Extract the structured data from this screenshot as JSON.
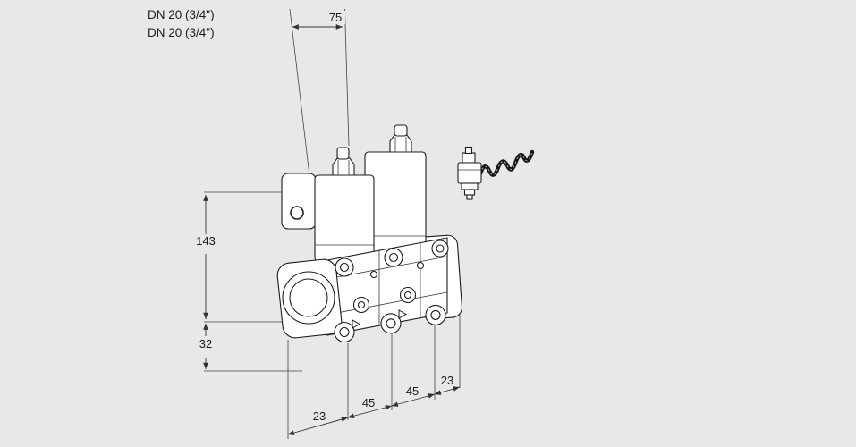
{
  "page": {
    "background": "#e8e8e8",
    "description": "Technical dimensional drawing of a double solenoid valve with electrical connector"
  },
  "colors": {
    "line": "#1c1c1c",
    "dimension_line": "#333333",
    "fill": "#ffffff"
  },
  "labels": {
    "connection_top": "DN 20 (3/4\")",
    "connection_bottom": "DN 20 (3/4\")"
  },
  "dimensions": {
    "top_width": "75",
    "left_height_upper": "143",
    "left_height_lower": "32",
    "bottom_first": "23",
    "bottom_second": "45",
    "bottom_third": "45",
    "bottom_fourth": "23"
  }
}
